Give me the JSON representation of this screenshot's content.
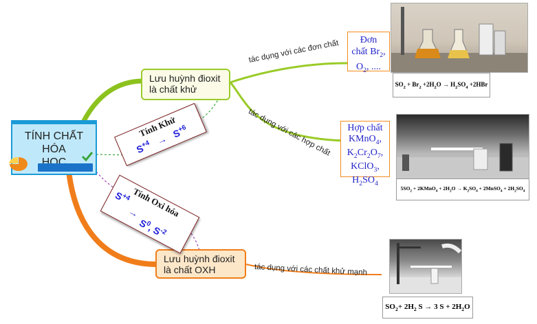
{
  "root": {
    "line1": "TÍNH CHẤT HÓA",
    "line2": "HỌC"
  },
  "nodes": {
    "reducer": {
      "line1": "Lưu huỳnh đioxit",
      "line2": "là chất khử"
    },
    "oxidizer": {
      "line1": "Lưu huỳnh đioxit",
      "line2": "là chất OXH"
    }
  },
  "tinh_khu": {
    "title": "Tính Khử",
    "from": "S",
    "from_ox": "+4",
    "arrow": "→",
    "to": "S",
    "to_ox": "+6"
  },
  "tinh_oxi_hoa": {
    "title": "Tính Oxi hóa",
    "from": "S",
    "from_ox": "+4",
    "arrow": "→",
    "to1": "S",
    "to1_ox": "0",
    "sep": ",",
    "to2": "S",
    "to2_ox": "-2"
  },
  "edges": {
    "simple": "tác dụng với các đơn chất",
    "compound": "tác dụng với các hợp chất",
    "strong_reducer": "tác dụng với các chất khử mạnh"
  },
  "simple_box": {
    "line1": "Đơn",
    "line2": "chất Br",
    "line2_sub": "2",
    "line2_end": ",",
    "line3": "O",
    "line3_sub": "2",
    "line3_end": ", ...."
  },
  "compound_box": {
    "line1": "Hợp chất",
    "k1": "KMnO",
    "k1_sub": "4",
    "k1_end": ",",
    "k2a": "K",
    "k2a_sub": "2",
    "k2b": "Cr",
    "k2b_sub": "2",
    "k2c": "O",
    "k2c_sub": "7",
    "k2_end": ",",
    "k3": "KClO",
    "k3_sub": "3",
    "k3_end": ",",
    "k4a": "H",
    "k4a_sub": "2",
    "k4b": "SO",
    "k4b_sub": "4"
  },
  "equations": {
    "eq1": {
      "a": "SO",
      "a_sub": "2",
      "b": " + Br",
      "b_sub": "2",
      "c": " +2H",
      "c_sub": "2",
      "d": "O → H",
      "d_sub": "2",
      "e": "SO",
      "e_sub": "4",
      "f": " +2HBr"
    },
    "eq2": {
      "a": "5SO",
      "a_sub": "2",
      "b": " + 2KMnO",
      "b_sub": "4",
      "c": " + 2H",
      "c_sub": "2",
      "d": "O → K",
      "d_sub": "2",
      "e": "SO",
      "e_sub": "4",
      "f": " + 2MnSO",
      "f_sub": "4",
      "g": " + 2H",
      "g_sub": "2",
      "h": "SO",
      "h_sub": "4"
    },
    "eq3": {
      "a": "SO",
      "a_sub": "2",
      "b": "+ 2H",
      "b_sub": "2",
      "c": " S  →  3 S + 2H",
      "c_sub": "2",
      "d": "O"
    }
  },
  "colors": {
    "green": "#9acb28",
    "orange": "#ef7d18",
    "blue": "#1a9ad6",
    "purple": "#9b3bb7"
  }
}
